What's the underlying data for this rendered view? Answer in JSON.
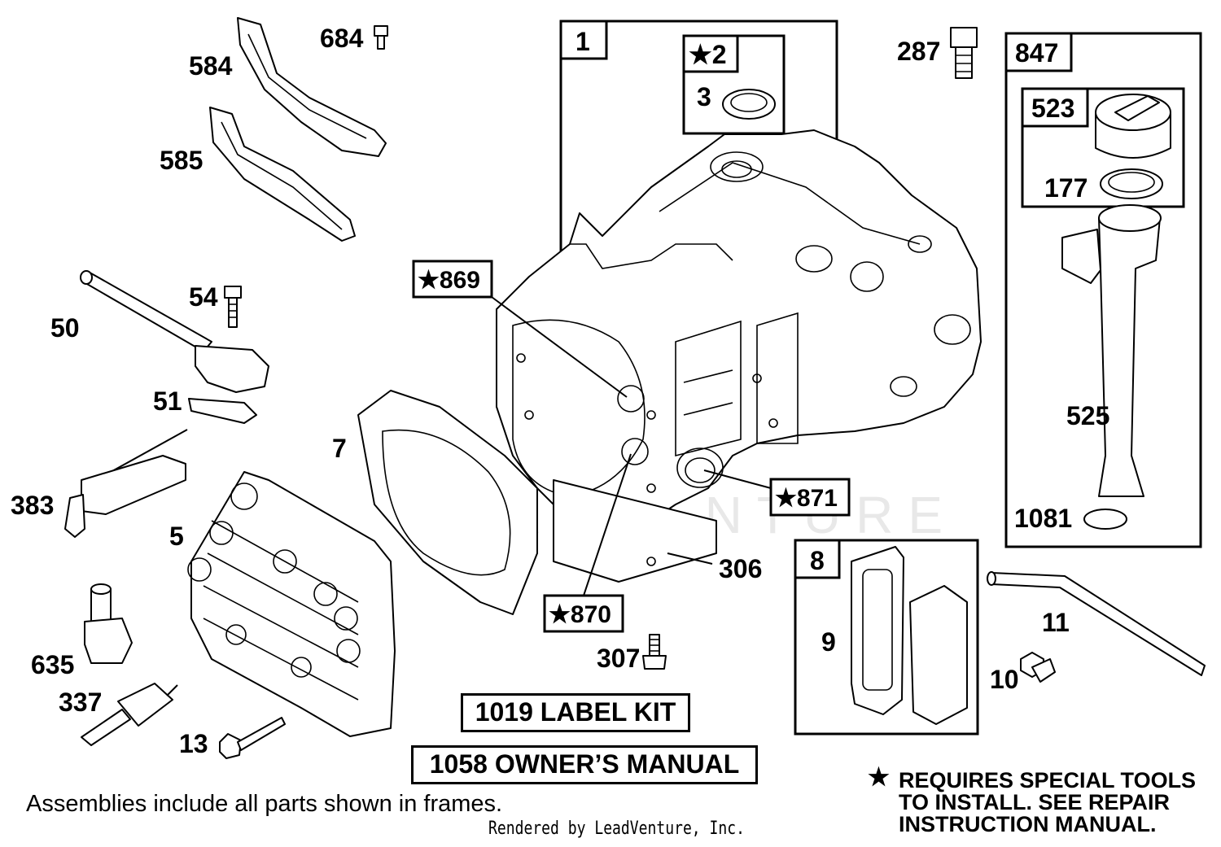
{
  "watermark": "LEADVENTURE",
  "callouts": {
    "p1": "1",
    "p2": "★2",
    "p3": "3",
    "p287": "287",
    "p847": "847",
    "p523": "523",
    "p177": "177",
    "p525": "525",
    "p1081": "1081",
    "p684": "684",
    "p584": "584",
    "p585": "585",
    "p54": "54",
    "p50": "50",
    "p51": "51",
    "p383": "383",
    "p5": "5",
    "p635": "635",
    "p337": "337",
    "p13": "13",
    "p7": "7",
    "p869": "★869",
    "p870": "★870",
    "p871": "★871",
    "p306": "306",
    "p307": "307",
    "p8": "8",
    "p9": "9",
    "p11": "11",
    "p10": "10"
  },
  "boxed_labels": {
    "label_kit": "1019 LABEL KIT",
    "owners_manual": "1058 OWNER’S MANUAL"
  },
  "notes": {
    "assemblies": "Assemblies include all parts shown in frames.",
    "rendered_by": "Rendered by LeadVenture, Inc.",
    "special_star": "★",
    "special_line1": "REQUIRES SPECIAL TOOLS",
    "special_line2": "TO INSTALL.  SEE REPAIR",
    "special_line3": "INSTRUCTION MANUAL."
  }
}
